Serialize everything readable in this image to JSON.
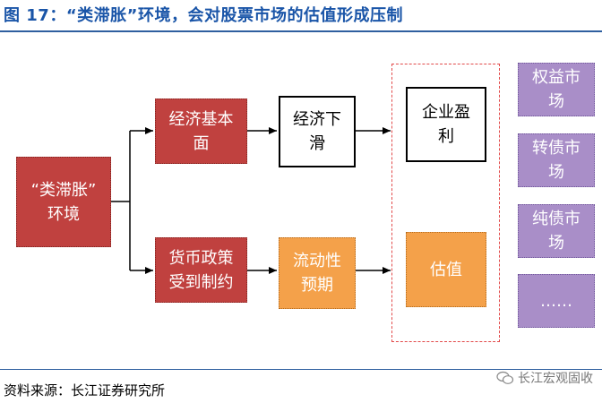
{
  "title": "图 17：“类滞胀”环境，会对股票市场的估值形成压制",
  "source": "资料来源：长江证券研究所",
  "watermark": "长江宏观固收",
  "nodes": {
    "stagflation": "“类滞胀”\n环境",
    "fundamentals": "经济基本\n面",
    "policy": "货币政策\n受到制约",
    "decline": "经济下\n滑",
    "liquidity": "流动性\n预期",
    "profit": "企业盈\n利",
    "valuation": "估值"
  },
  "markets": [
    "权益市\n场",
    "转债市\n场",
    "纯债市\n场",
    "……"
  ],
  "colors": {
    "red": "#c0413f",
    "orange": "#f4a14a",
    "purple": "#a98ec8",
    "title_blue": "#1a55a8",
    "dashed": "#e24a4a"
  }
}
